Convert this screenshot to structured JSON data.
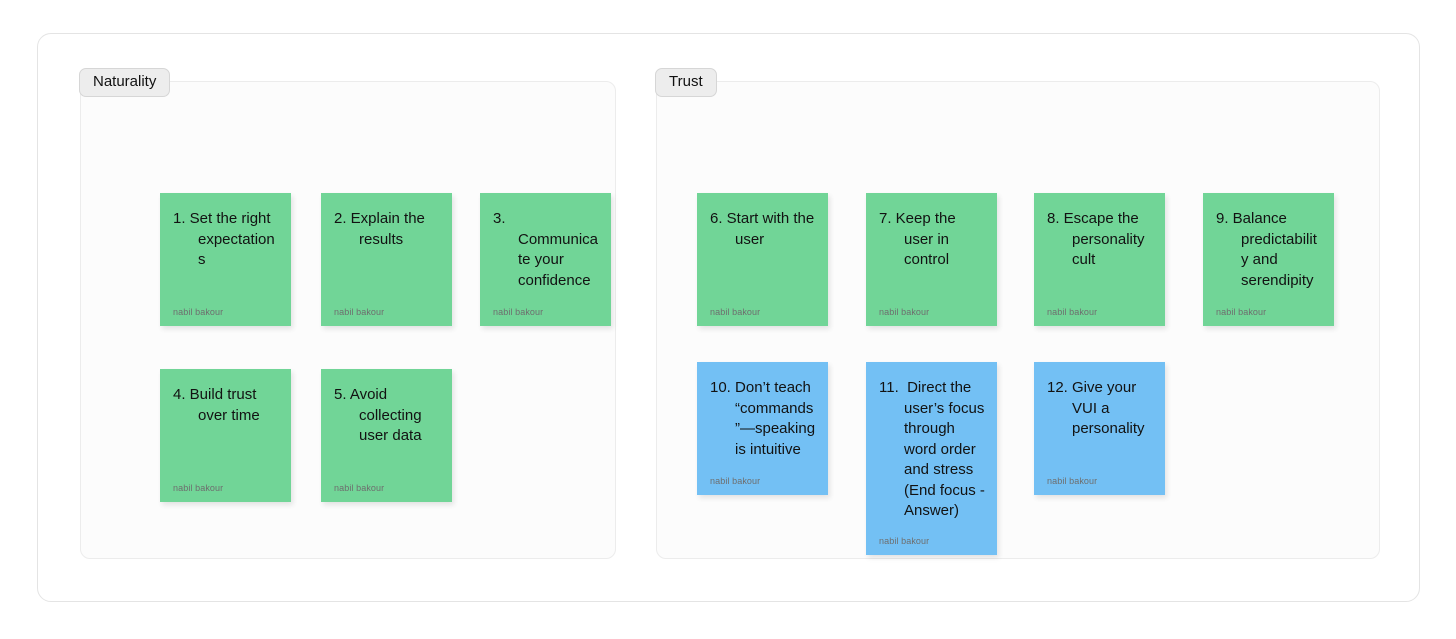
{
  "board": {
    "colors": {
      "green": "#71d597",
      "blue": "#73c0f4",
      "panel_bg": "#fcfcfc",
      "page_bg": "#ffffff",
      "text": "#121212",
      "author_text": "#6e6e6e"
    }
  },
  "sections": [
    {
      "id": "naturality",
      "title": "Naturality",
      "cards": [
        {
          "text": "1. Set the right expectations",
          "author": "nabil bakour",
          "color": "green",
          "tall": false
        },
        {
          "text": "2. Explain the results",
          "author": "nabil bakour",
          "color": "green",
          "tall": false
        },
        {
          "text": "3. Communicate your confidence",
          "author": "nabil bakour",
          "color": "green",
          "tall": false
        },
        {
          "text": "4. Build trust over time",
          "author": "nabil bakour",
          "color": "green",
          "tall": false
        },
        {
          "text": "5. Avoid collecting user data",
          "author": "nabil bakour",
          "color": "green",
          "tall": false
        }
      ]
    },
    {
      "id": "trust",
      "title": "Trust",
      "cards": [
        {
          "text": "6. Start with the user",
          "author": "nabil bakour",
          "color": "green",
          "tall": false
        },
        {
          "text": "7. Keep the user in control",
          "author": "nabil bakour",
          "color": "green",
          "tall": false
        },
        {
          "text": "8. Escape the personality cult",
          "author": "nabil bakour",
          "color": "green",
          "tall": false
        },
        {
          "text": "9. Balance predictability and serendipity",
          "author": "nabil bakour",
          "color": "green",
          "tall": false
        },
        {
          "text": "10. Don’t teach “commands”—speaking is intuitive",
          "author": "nabil bakour",
          "color": "blue",
          "tall": false
        },
        {
          "text": "11.  Direct the user’s focus through word order and stress (End focus - Answer)",
          "author": "nabil bakour",
          "color": "blue",
          "tall": true
        },
        {
          "text": "12. Give your VUI a personality",
          "author": "nabil bakour",
          "color": "blue",
          "tall": false
        }
      ]
    }
  ]
}
